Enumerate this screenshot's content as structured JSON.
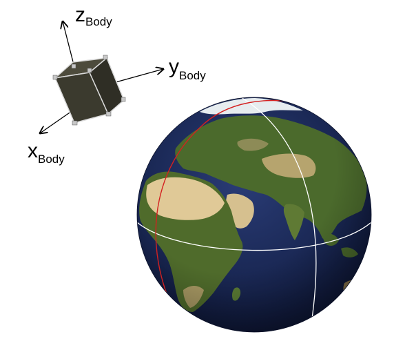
{
  "axes": {
    "z": {
      "main": "z",
      "sub": "Body"
    },
    "y": {
      "main": "y",
      "sub": "Body"
    },
    "x": {
      "main": "x",
      "sub": "Body"
    }
  },
  "colors": {
    "satellite_body": "#3b3a2e",
    "satellite_edge": "#d9d9d9",
    "ocean": "#16244e",
    "land_green": "#4b6a2c",
    "land_desert": "#d6c08f",
    "equator_line": "#ffffff",
    "orbit_line": "#d42020"
  }
}
